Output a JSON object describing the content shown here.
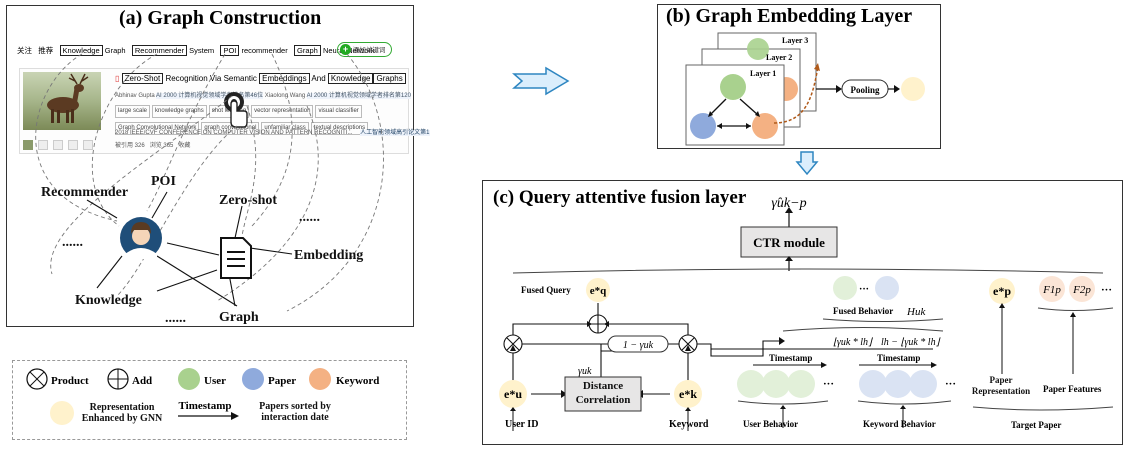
{
  "panel_a": {
    "title": "(a) Graph Construction",
    "nav": {
      "item1": "关注",
      "item2": "推荐",
      "kw_knowledge": "Knowledge",
      "kw_graph": "Graph",
      "kw_recommender": "Recommender",
      "kw_system": "System",
      "kw_poi": "POI",
      "kw_recommender2": "recommender",
      "kw_graph2": "Graph",
      "kw_gnn": "Neural Network",
      "add_keyword": "添加关键词"
    },
    "paper": {
      "t1": "Zero-Shot",
      "t2": "Recognition Via Semantic",
      "t3": "Embeddings",
      "t4": "And",
      "t5": "Knowledge",
      "t6": "Graphs",
      "author1": "Abhinav Gupta",
      "author2": "Xiaolong Wang",
      "aff1": "AI 2000 计算机视觉领域学者排名第46位",
      "aff2": "AI 2000 计算机视觉领域学者排名第120",
      "tags": [
        "large scale",
        "knowledge graphs",
        "shot learning",
        "vector representation",
        "visual classifier",
        "Graph Convolutional Network",
        "graph convolutional",
        "unfamiliar class",
        "textual descriptions"
      ],
      "venue": "2018 IEEE/CVF CONFERENCE ON COMPUTER VISION AND PATTERN RECOGNITI...",
      "rank": "人工智能领域高引论文第1",
      "cited": "被引用 326",
      "read": "浏览 365",
      "fav": "收藏"
    },
    "nodes": {
      "recommender": "Recommender",
      "poi": "POI",
      "zero_shot": "Zero-shot",
      "embedding": "Embedding",
      "knowledge": "Knowledge",
      "graph": "Graph",
      "dots1": "......",
      "dots2": "......",
      "dots3": "......"
    }
  },
  "legend": {
    "product": "Product",
    "add": "Add",
    "user": "User",
    "paper": "Paper",
    "keyword": "Keyword",
    "representation": "Representation Enhanced by GNN",
    "timestamp": "Timestamp",
    "papers_sorted": "Papers sorted by interaction date"
  },
  "panel_b": {
    "title": "(b) Graph Embedding Layer",
    "layer1": "Layer 1",
    "layer2": "Layer 2",
    "layer3": "Layer 3",
    "pooling": "Pooling"
  },
  "panel_c": {
    "title": "(c) Query attentive fusion layer",
    "output": "γ̂uk−p",
    "ctr": "CTR module",
    "fused_query": "Fused Query",
    "eq": "e*q",
    "fused_behavior": "Fused Behavior",
    "huk": "Huk",
    "eu": "e*u",
    "ek": "e*k",
    "ep": "e*p",
    "f1": "F1p",
    "f2": "F2p",
    "one_minus": "1 − γuk",
    "gamma": "γuk",
    "distance": "Distance Correlation",
    "lgamma": "⌊γuk * lh⌋",
    "lh_minus": "lh − ⌊γuk * lh⌋",
    "timestamp": "Timestamp",
    "user_id": "User ID",
    "keyword": "Keyword",
    "user_behavior": "User Behavior",
    "keyword_behavior": "Keyword Behavior",
    "paper_representation": "Paper Representation",
    "paper_features": "Paper Features",
    "target_paper": "Target Paper",
    "ellipsis": "···"
  },
  "colors": {
    "user": "#a9d18e",
    "paper": "#8faadc",
    "keyword": "#f4b183",
    "representation": "#fff2cc",
    "user_light": "#e2f0d9",
    "paper_light": "#dae3f3",
    "arrow_fill": "#dbeefc",
    "arrow_stroke": "#2e86c1"
  }
}
